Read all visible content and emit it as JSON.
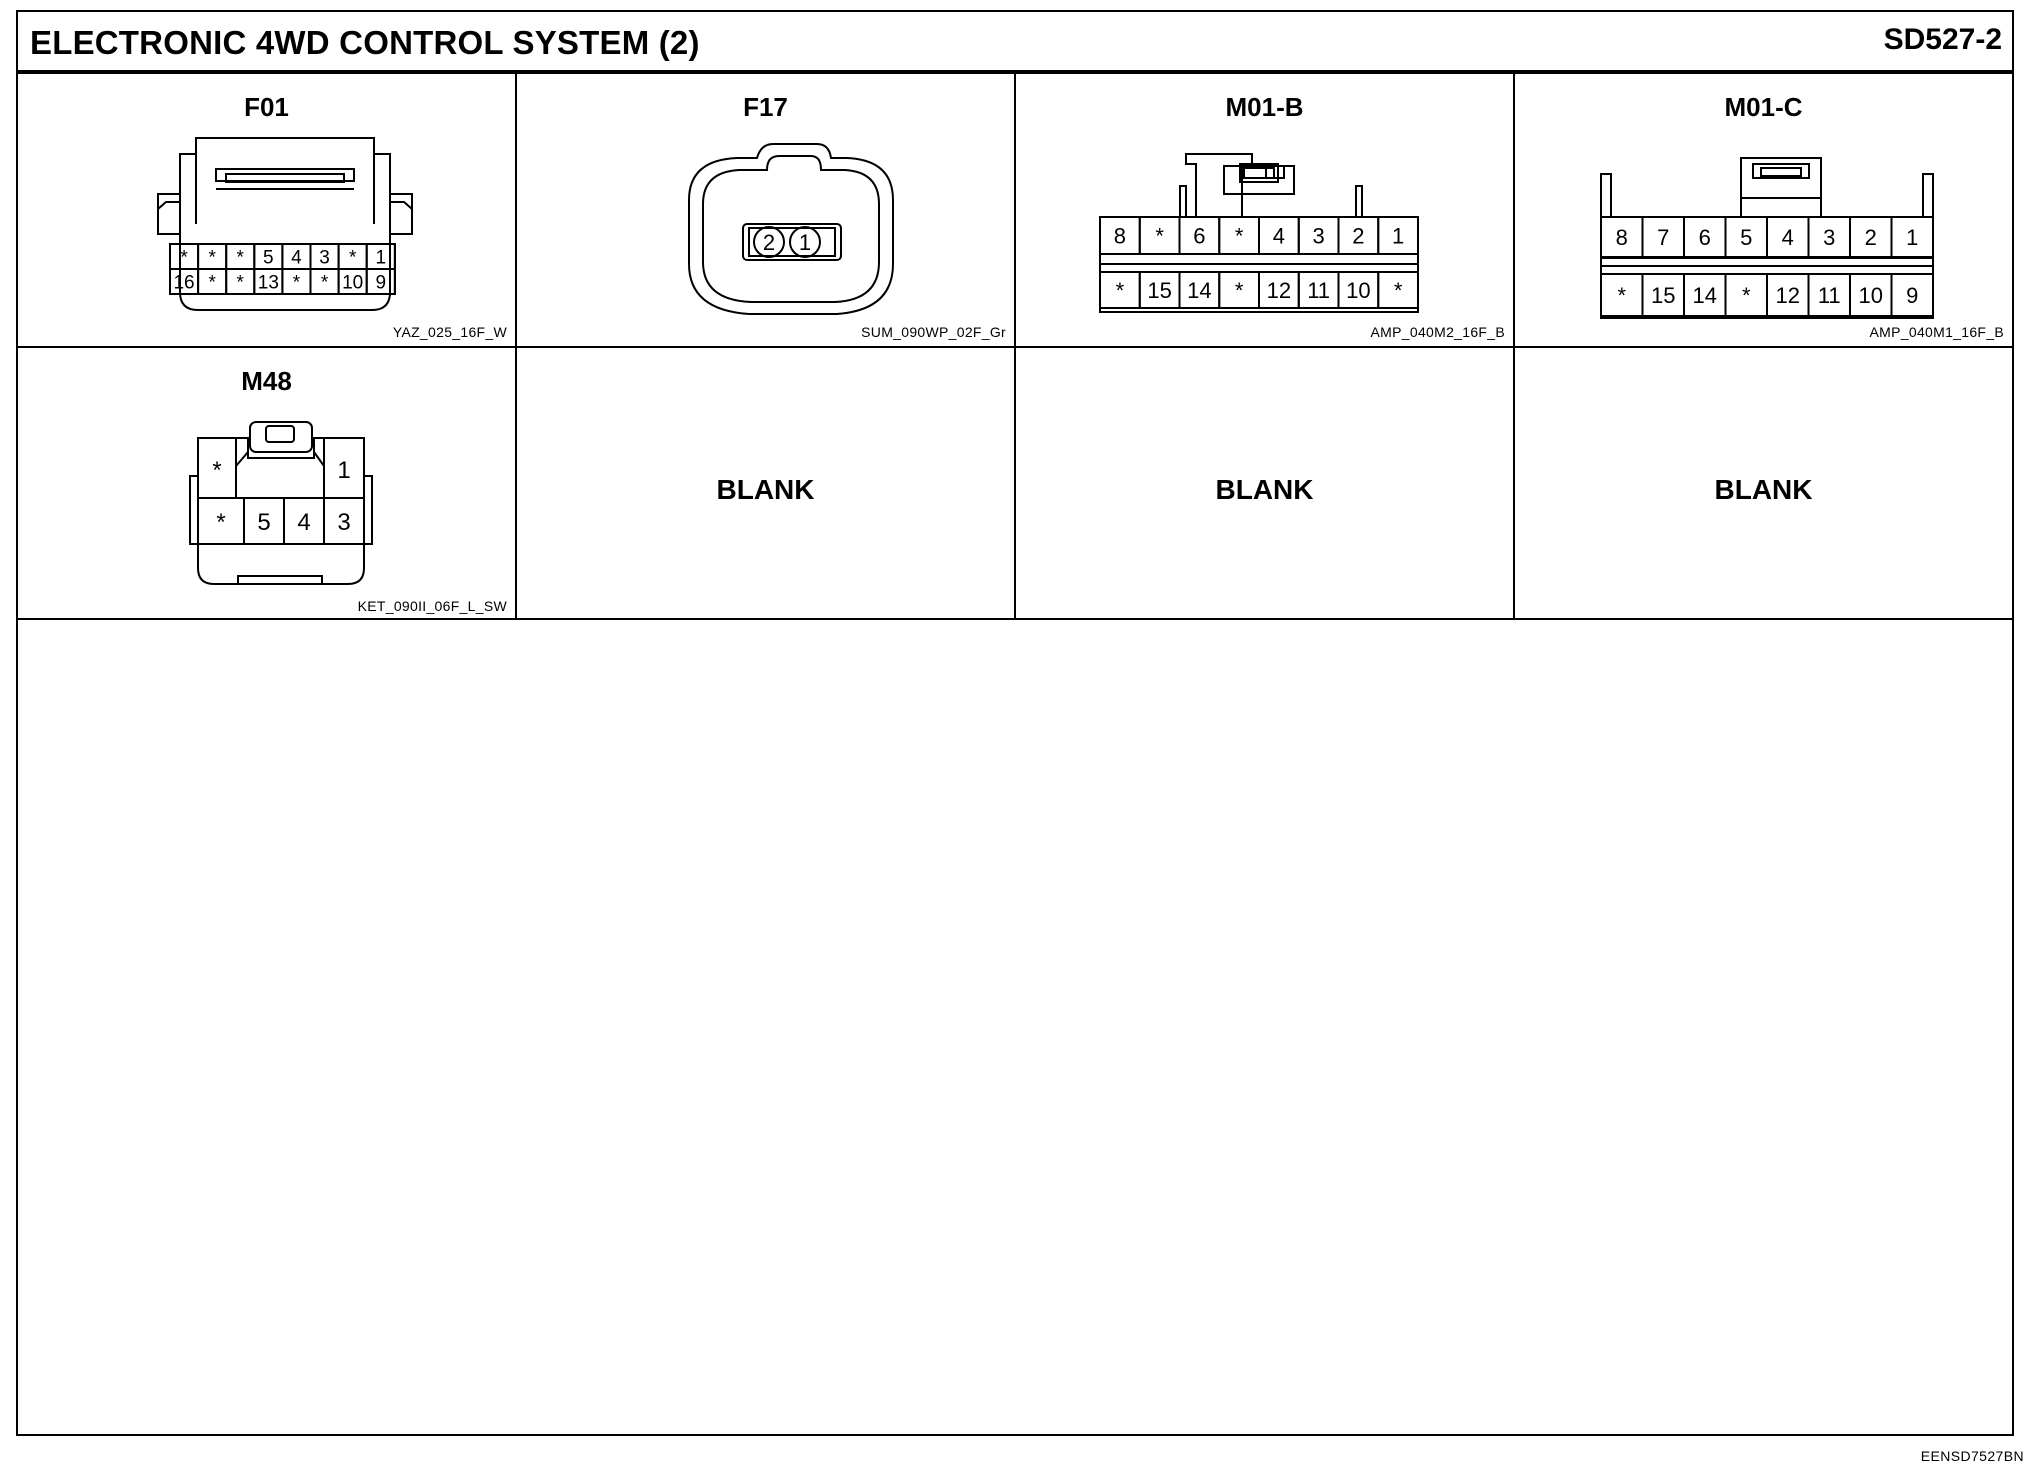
{
  "header": {
    "title": "ELECTRONIC 4WD CONTROL SYSTEM (2)",
    "code": "SD527-2"
  },
  "connectors": [
    {
      "name": "F01",
      "part": "YAZ_025_16F_W",
      "rows": [
        [
          "*",
          "*",
          "*",
          "5",
          "4",
          "3",
          "*",
          "1"
        ],
        [
          "16",
          "*",
          "*",
          "13",
          "*",
          "*",
          "10",
          "9"
        ]
      ]
    },
    {
      "name": "F17",
      "part": "SUM_090WP_02F_Gr",
      "rows": [
        [
          "2",
          "1"
        ]
      ]
    },
    {
      "name": "M01-B",
      "part": "AMP_040M2_16F_B",
      "rows": [
        [
          "8",
          "*",
          "6",
          "*",
          "4",
          "3",
          "2",
          "1"
        ],
        [
          "*",
          "15",
          "14",
          "*",
          "12",
          "11",
          "10",
          "*"
        ]
      ]
    },
    {
      "name": "M01-C",
      "part": "AMP_040M1_16F_B",
      "rows": [
        [
          "8",
          "7",
          "6",
          "5",
          "4",
          "3",
          "2",
          "1"
        ],
        [
          "*",
          "15",
          "14",
          "*",
          "12",
          "11",
          "10",
          "9"
        ]
      ]
    },
    {
      "name": "M48",
      "part": "KET_090II_06F_L_SW",
      "rows": [
        [
          "*",
          "1"
        ],
        [
          "*",
          "5",
          "4",
          "3"
        ]
      ]
    }
  ],
  "blank_label": "BLANK",
  "footer": {
    "doc_id": "EENSD7527BN"
  }
}
